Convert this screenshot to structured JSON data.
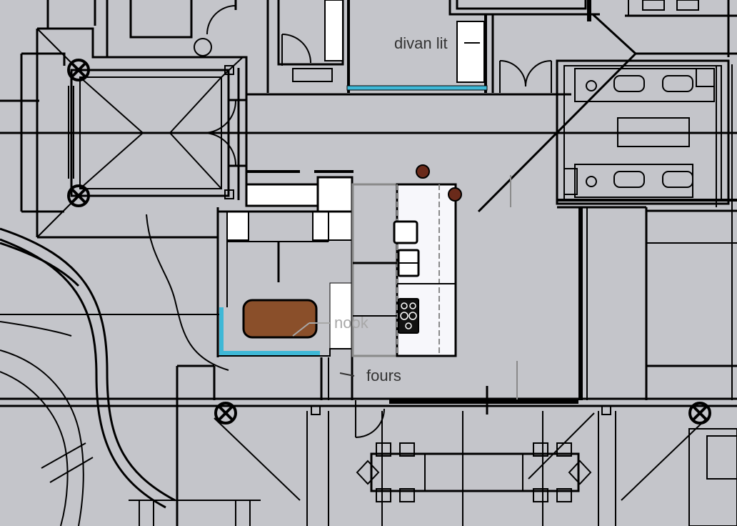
{
  "labels": {
    "divan_lit": "divan lit",
    "nook": "nook",
    "fours": "fours"
  },
  "colors": {
    "background": "#c4c5ca",
    "wall": "#000000",
    "window": "#3fb8d6",
    "table_wood": "#8a4f2a",
    "light_label": "#a8a8a8",
    "dark_label": "#333333",
    "island_fill": "#f7f7fb",
    "counter_fill": "#ffffff"
  }
}
